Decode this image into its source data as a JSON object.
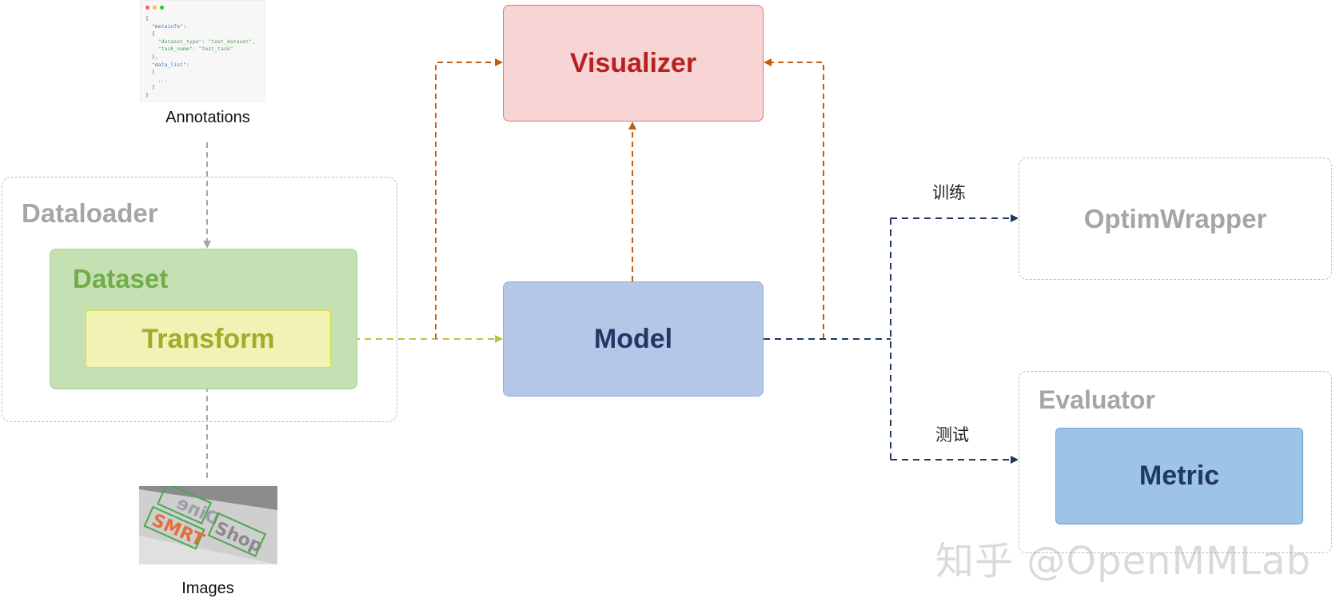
{
  "annotations": {
    "label": "Annotations",
    "code_lines": [
      "{",
      "  \"metainfo\":",
      "  {",
      "    \"dataset_type\": \"test_dataset\",",
      "    \"task_name\": \"test_task\"",
      "  },",
      "  \"data_list\":",
      "  [",
      "    ...",
      "  ]",
      "}"
    ]
  },
  "images": {
    "label": "Images"
  },
  "dataloader": {
    "title": "Dataloader"
  },
  "dataset": {
    "title": "Dataset"
  },
  "transform": {
    "label": "Transform"
  },
  "visualizer": {
    "label": "Visualizer"
  },
  "model": {
    "label": "Model"
  },
  "optim_wrapper": {
    "label": "OptimWrapper"
  },
  "evaluator": {
    "title": "Evaluator"
  },
  "metric": {
    "label": "Metric"
  },
  "edges": {
    "train_label": "训练",
    "test_label": "测试"
  },
  "watermark": "知乎 @OpenMMLab",
  "colors": {
    "gray_arrow": "#a6a6a6",
    "green_arrow": "#548235",
    "olive_arrow": "#bdc23a",
    "orange_arrow": "#c55a11",
    "navy_arrow": "#1f3864"
  }
}
